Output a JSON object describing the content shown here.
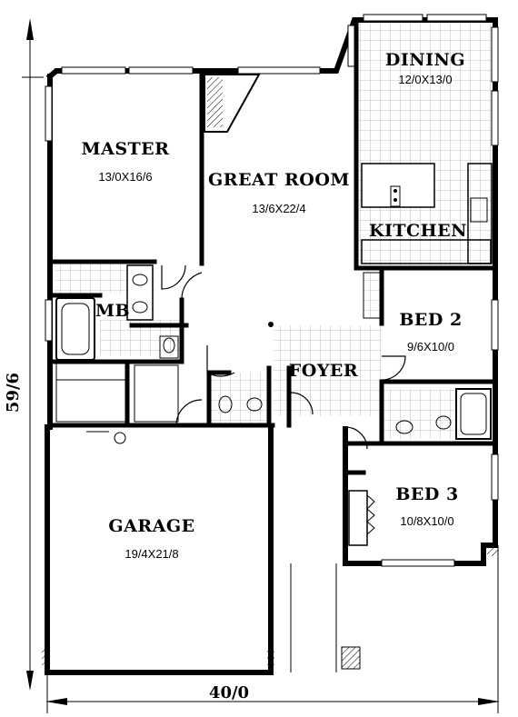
{
  "rooms": {
    "dining": {
      "name": "DINING",
      "dims": "12/0X13/0"
    },
    "master": {
      "name": "MASTER",
      "dims": "13/0X16/6"
    },
    "great_room": {
      "name": "GREAT ROOM",
      "dims": "13/6X22/4"
    },
    "kitchen": {
      "name": "KITCHEN"
    },
    "mb": {
      "name": "MB"
    },
    "bed2": {
      "name": "BED 2",
      "dims": "9/6X10/0"
    },
    "foyer": {
      "name": "FOYER"
    },
    "bed3": {
      "name": "BED 3",
      "dims": "10/8X10/0"
    },
    "garage": {
      "name": "GARAGE",
      "dims": "19/4X21/8"
    }
  },
  "overall": {
    "depth": "59/6",
    "width": "40/0"
  }
}
